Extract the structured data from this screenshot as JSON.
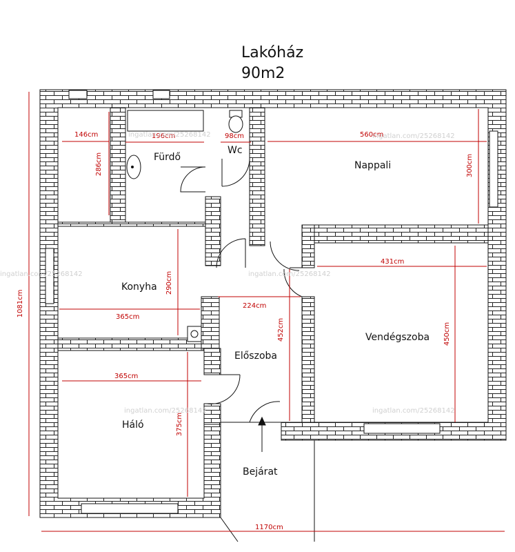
{
  "title": "Lakóház",
  "area": "90m2",
  "watermark": "ingatlan.com/25268142",
  "rooms": {
    "furdo": "Fürdő",
    "wc": "Wc",
    "nappali": "Nappali",
    "konyha": "Konyha",
    "vendegszoba": "Vendégszoba",
    "eloszoba": "Előszoba",
    "halo": "Háló",
    "bejarat": "Bejárat"
  },
  "dimensions": {
    "small_room_width": "146cm",
    "small_room_depth": "286cm",
    "furdo_width": "196cm",
    "wc_width": "98cm",
    "nappali_width": "560cm",
    "nappali_depth": "300cm",
    "konyha_depth": "290cm",
    "konyha_width": "365cm",
    "vendegszoba_width": "431cm",
    "vendegszoba_depth": "450cm",
    "eloszoba_width": "224cm",
    "eloszoba_depth": "452cm",
    "halo_width": "365cm",
    "halo_depth": "375cm",
    "total_depth": "1081cm",
    "total_width": "1170cm"
  },
  "colors": {
    "wall": "#111111",
    "dimension": "#c00000",
    "watermark": "#d0d0d0"
  }
}
